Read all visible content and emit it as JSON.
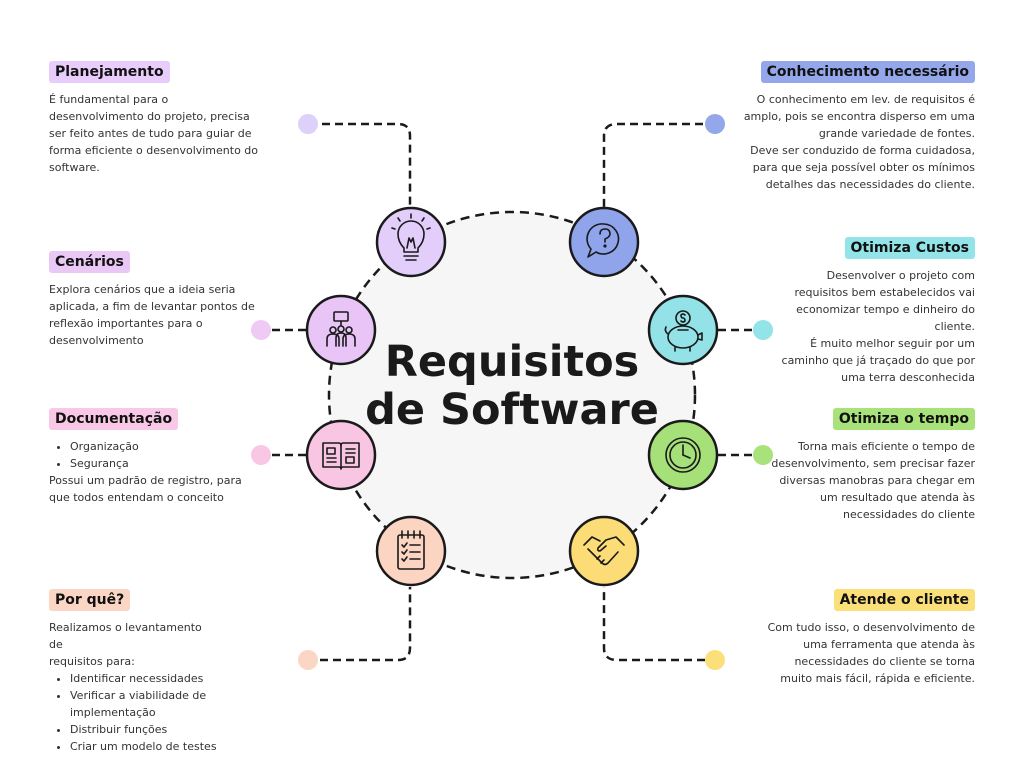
{
  "title": {
    "line1": "Requisitos",
    "line2": "de Software"
  },
  "colors": {
    "planejamento": "#e8ccfb",
    "cenarios": "#e9c8f5",
    "documentacao": "#f9c8e6",
    "porque": "#fbd6c4",
    "conhecimento": "#93a7ea",
    "custos": "#93e4e8",
    "tempo": "#a9e27a",
    "cliente": "#fbe07a"
  },
  "left": {
    "planejamento": {
      "label": "Planejamento",
      "text": [
        "É fundamental para o",
        "desenvolvimento do projeto, precisa",
        "ser feito antes de tudo para guiar de",
        "forma eficiente o desenvolvimento do",
        "software."
      ],
      "icon": "lightbulb-icon"
    },
    "cenarios": {
      "label": "Cenários",
      "text": [
        "Explora cenários que a ideia seria",
        "aplicada, a fim de levantar pontos de",
        "reflexão importantes para o",
        "desenvolvimento"
      ],
      "icon": "people-presentation-icon"
    },
    "documentacao": {
      "label": "Documentação",
      "bullets": [
        "Organização",
        "Segurança"
      ],
      "text": [
        "Possui um padrão de registro, para",
        "que todos entendam o conceito"
      ],
      "icon": "open-book-icon"
    },
    "porque": {
      "label": "Por quê?",
      "intro": [
        "Realizamos o levantamento de",
        "requisitos para:"
      ],
      "bullets": [
        "Identificar necessidades",
        "Verificar a viabilidade de implementação",
        "Distribuir funções",
        "Criar um modelo de testes"
      ],
      "icon": "checklist-notepad-icon"
    }
  },
  "right": {
    "conhecimento": {
      "label": "Conhecimento necessário",
      "text": [
        "O conhecimento em lev. de requisitos é",
        "amplo, pois se encontra disperso em uma",
        "grande variedade de fontes.",
        "Deve ser conduzido de forma cuidadosa,",
        "para que seja possível obter os mínimos",
        "detalhes das necessidades do cliente."
      ],
      "icon": "question-bubble-icon"
    },
    "custos": {
      "label": "Otimiza Custos",
      "text": [
        "Desenvolver o projeto com",
        "requisitos bem estabelecidos vai",
        "economizar tempo e dinheiro do",
        "cliente.",
        "É muito melhor seguir por um",
        "caminho que já traçado do que por",
        "uma terra desconhecida"
      ],
      "icon": "piggy-bank-icon"
    },
    "tempo": {
      "label": "Otimiza o tempo",
      "text": [
        "Torna mais eficiente o tempo de",
        "desenvolvimento, sem precisar fazer",
        "diversas manobras para chegar em",
        "um resultado que atenda às",
        "necessidades do cliente"
      ],
      "icon": "clock-icon"
    },
    "cliente": {
      "label": "Atende o cliente",
      "text": [
        "Com tudo isso, o desenvolvimento de",
        "uma ferramenta que atenda às",
        "necessidades do cliente se torna",
        "muito mais fácil, rápida e eficiente."
      ],
      "icon": "handshake-icon"
    }
  }
}
